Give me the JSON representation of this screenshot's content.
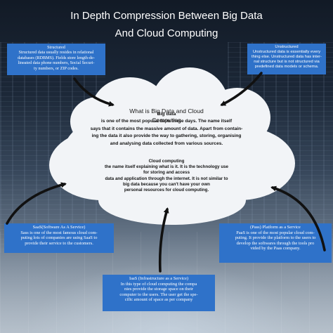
{
  "title": {
    "line1": "In Depth Compression Between Big Data",
    "line2": "And Cloud Computing"
  },
  "structured": {
    "heading": "Structured",
    "lines": [
      "Structured data usually resides in relational",
      "databases (RDBMS). Fields store length-de-",
      "lineated data phone numbers, Social Securi-",
      "ty numbers, or ZIP codes."
    ]
  },
  "unstructured": {
    "heading": "Unstructured",
    "lines": [
      "Unstructured data is essentially every",
      "thing else. Unstructured data has inter-",
      "nal structure but is not structured via",
      "predefined data models or schema."
    ]
  },
  "center": {
    "question_line1": "What is Big Data and Cloud",
    "question_line2": "Computing",
    "bigdata_heading": "Big data",
    "bigdata_lines": [
      "is one of the most popular term these days. The name itself",
      "says that it contains the massive amount of data. Apart from contain-",
      "ing the data it also provide the way to gathering, storing, organising",
      "and analysing data collected from various sources."
    ],
    "cloud_heading": "Cloud computing",
    "cloud_lines": [
      "the name itself explaining what is it. It is the technology use",
      "for storing and access",
      "data and application through the internet. It is not similar to",
      "big data because you can't have your own",
      "personal resources for cloud computing."
    ]
  },
  "saas": {
    "heading": "SaaS(Software As A Service)",
    "lines": [
      "Sass is one of the most famous cloud com-",
      "puting lots of companies are using SaaS to",
      "provide their service to the customers."
    ]
  },
  "paas": {
    "heading": "(Pass) Platform as a Service",
    "lines": [
      "PaaS is one of the most popular cloud com-",
      "puting. It provide the platform to the users to",
      "develop the softwares through the tools pro",
      "vided by the Paas company."
    ]
  },
  "iaas": {
    "heading": "IaaS (Infrastructure as a Service)",
    "lines": [
      "In this type of cloud computing the compa",
      "nies provide the storage space on their",
      "computer to the users. The user get the spe-",
      "cific amount of space as per company"
    ]
  },
  "colors": {
    "box_blue": "#2f72c9",
    "title_white": "#ffffff",
    "body_text": "#141414",
    "arrow": "#111111"
  }
}
